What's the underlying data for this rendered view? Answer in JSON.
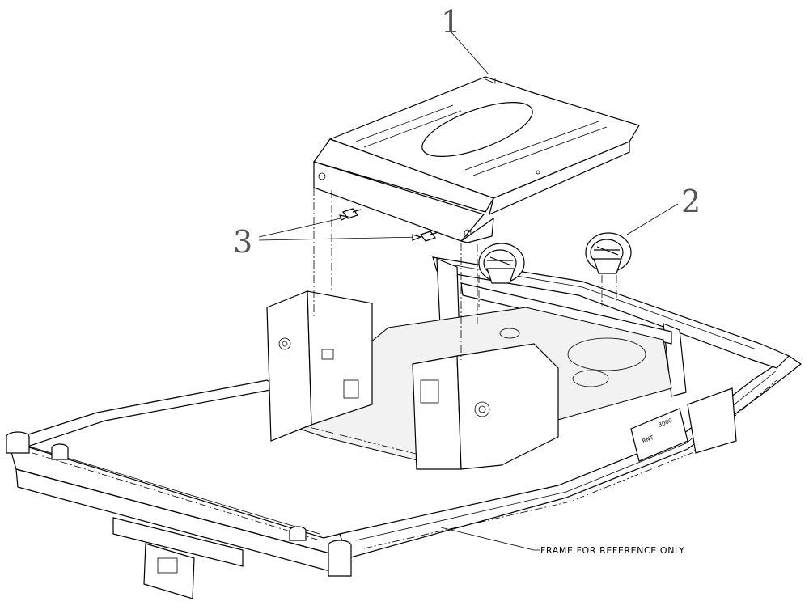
{
  "callouts": {
    "part_1": "1",
    "part_2": "2",
    "part_3": "3"
  },
  "reference_note": "FRAME FOR REFERENCE ONLY",
  "stamped_text": {
    "bracket_a": "RNT",
    "bracket_b": "3000"
  },
  "colors": {
    "line": "#000000",
    "callout_text": "#555555",
    "background": "#ffffff"
  }
}
